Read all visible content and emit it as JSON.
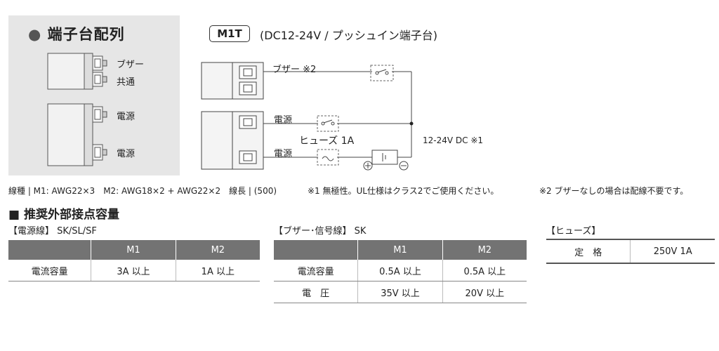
{
  "terminal_panel": {
    "title": "端子台配列",
    "labels": [
      "ブザー",
      "共通",
      "電源",
      "電源"
    ]
  },
  "model": {
    "badge": "M1T",
    "description": "(DC12-24V / プッシュイン端子台)"
  },
  "diagram": {
    "buzzer_label": "ブザー ※2",
    "power_label_1": "電源",
    "power_label_2": "電源",
    "fuse_label": "ヒューズ 1A",
    "dc_label": "12-24V DC ※1"
  },
  "notes": {
    "wire_spec": "線種 | M1: AWG22×3　M2: AWG18×2 + AWG22×2　線長 | (500)",
    "note1": "※1 無極性。UL仕様はクラス2でご使用ください。",
    "note2": "※2 ブザーなしの場合は配線不要です。"
  },
  "section_title": "推奨外部接点容量",
  "tables": {
    "power": {
      "caption": "【電源線】 SK/SL/SF",
      "headers": [
        "",
        "M1",
        "M2"
      ],
      "rows": [
        [
          "電流容量",
          "3A 以上",
          "1A 以上"
        ]
      ]
    },
    "buzzer": {
      "caption": "【ブザー･信号線】 SK",
      "headers": [
        "",
        "M1",
        "M2"
      ],
      "rows": [
        [
          "電流容量",
          "0.5A 以上",
          "0.5A 以上"
        ],
        [
          "電　圧",
          "35V 以上",
          "20V 以上"
        ]
      ]
    },
    "fuse": {
      "caption": "【ヒューズ】",
      "rows": [
        [
          "定　格",
          "250V 1A"
        ]
      ]
    }
  }
}
